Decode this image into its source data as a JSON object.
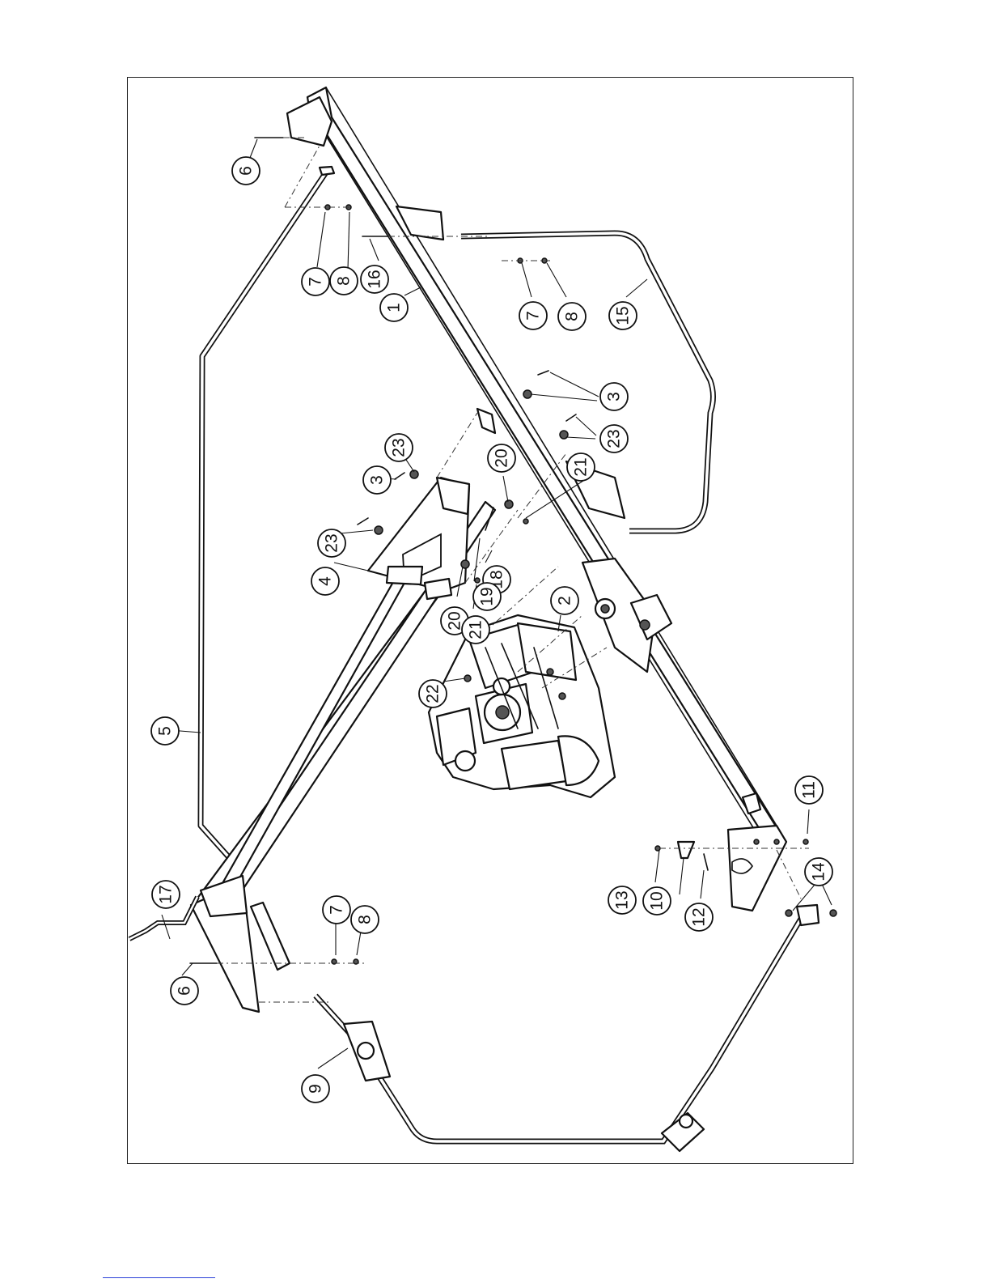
{
  "callouts": [
    {
      "id": "c1",
      "label": "1"
    },
    {
      "id": "c2",
      "label": "2"
    },
    {
      "id": "c3a",
      "label": "3"
    },
    {
      "id": "c3b",
      "label": "3"
    },
    {
      "id": "c4",
      "label": "4"
    },
    {
      "id": "c5",
      "label": "5"
    },
    {
      "id": "c6a",
      "label": "6"
    },
    {
      "id": "c6b",
      "label": "6"
    },
    {
      "id": "c7a",
      "label": "7"
    },
    {
      "id": "c7b",
      "label": "7"
    },
    {
      "id": "c7c",
      "label": "7"
    },
    {
      "id": "c8a",
      "label": "8"
    },
    {
      "id": "c8b",
      "label": "8"
    },
    {
      "id": "c8c",
      "label": "8"
    },
    {
      "id": "c9",
      "label": "9"
    },
    {
      "id": "c10",
      "label": "10"
    },
    {
      "id": "c11",
      "label": "11"
    },
    {
      "id": "c12",
      "label": "12"
    },
    {
      "id": "c13",
      "label": "13"
    },
    {
      "id": "c14",
      "label": "14"
    },
    {
      "id": "c15",
      "label": "15"
    },
    {
      "id": "c16",
      "label": "16"
    },
    {
      "id": "c17",
      "label": "17"
    },
    {
      "id": "c18",
      "label": "18"
    },
    {
      "id": "c19",
      "label": "19"
    },
    {
      "id": "c20a",
      "label": "20"
    },
    {
      "id": "c20b",
      "label": "20"
    },
    {
      "id": "c21a",
      "label": "21"
    },
    {
      "id": "c21b",
      "label": "21"
    },
    {
      "id": "c22",
      "label": "22"
    },
    {
      "id": "c23a",
      "label": "23"
    },
    {
      "id": "c23b",
      "label": "23"
    },
    {
      "id": "c23c",
      "label": "23"
    }
  ],
  "colors": {
    "line": "#111111",
    "footer_rule": "#2b3fd8"
  }
}
